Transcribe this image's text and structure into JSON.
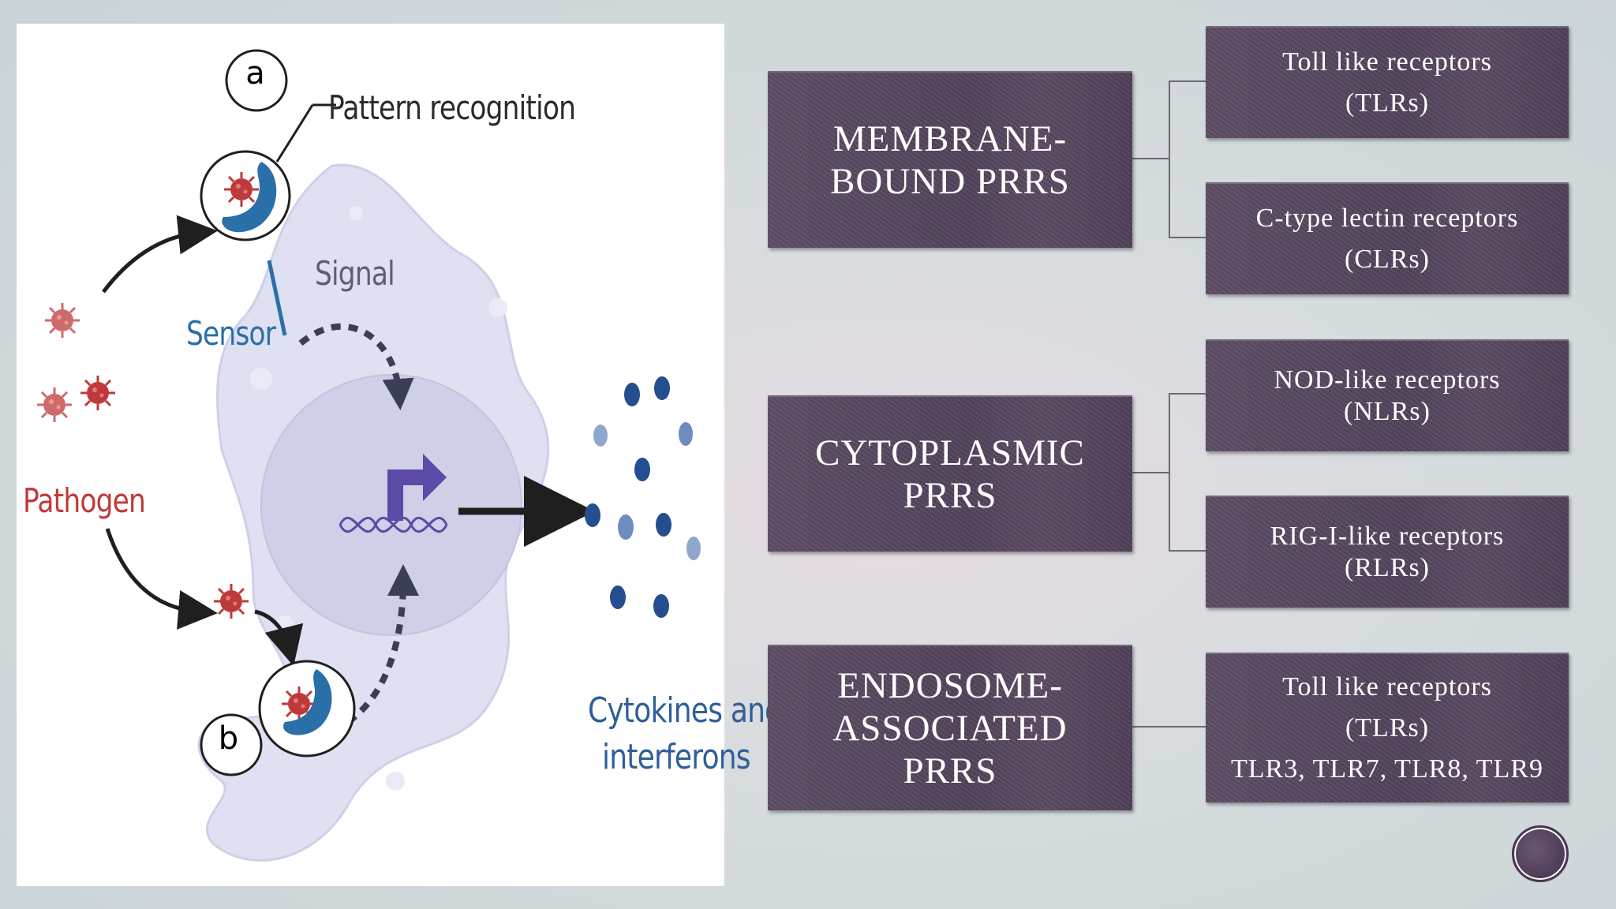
{
  "figure": {
    "label_a": "a",
    "label_b": "b",
    "pattern_recognition": "Pattern recognition",
    "signal": "Signal",
    "sensor": "Sensor",
    "pathogen": "Pathogen",
    "cytokines_line1": "Cytokines and",
    "cytokines_line2": "interferons"
  },
  "groups": [
    {
      "category_lines": [
        "MEMBRANE-",
        "BOUND PRRS"
      ],
      "receptors": [
        {
          "lines": [
            "Toll like receptors",
            "(TLRs)"
          ]
        },
        {
          "lines": [
            "C-type lectin receptors",
            "(CLRs)"
          ]
        }
      ]
    },
    {
      "category_lines": [
        "CYTOPLASMIC",
        "PRRS"
      ],
      "receptors": [
        {
          "lines": [
            "NOD-like receptors",
            "(NLRs)"
          ]
        },
        {
          "lines": [
            "RIG-I-like receptors",
            "(RLRs)"
          ]
        }
      ]
    },
    {
      "category_lines": [
        "ENDOSOME-",
        "ASSOCIATED",
        "PRRS"
      ],
      "receptors": [
        {
          "lines": [
            "Toll like receptors",
            "(TLRs)",
            "TLR3, TLR7, TLR8, TLR9"
          ]
        }
      ]
    }
  ],
  "colors": {
    "box": "#4e3f58",
    "pathogen_red": "#c0393a",
    "sensor_blue": "#2b6fa8",
    "cell": "#dedff2",
    "nucleus": "#cdcde6",
    "arrow_purple": "#5b4aa6"
  }
}
